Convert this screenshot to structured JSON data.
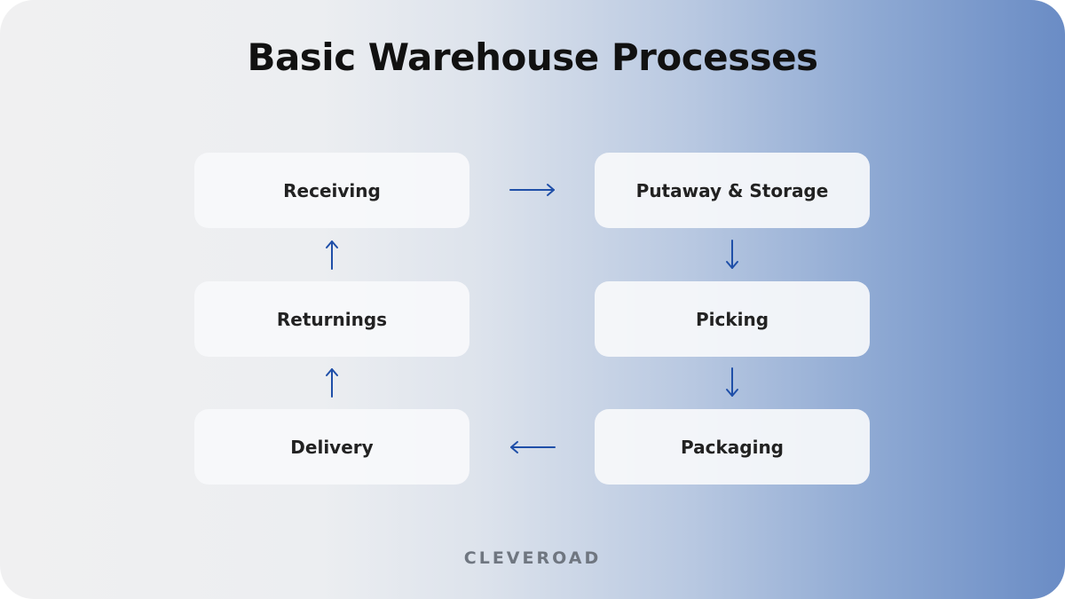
{
  "title": "Basic Warehouse Processes",
  "steps": [
    {
      "label": "Receiving"
    },
    {
      "label": "Putaway & Storage"
    },
    {
      "label": "Picking"
    },
    {
      "label": "Packaging"
    },
    {
      "label": "Delivery"
    },
    {
      "label": "Returnings"
    }
  ],
  "arrow_color": "#1f4fa8",
  "brand": "CLEVEROAD"
}
